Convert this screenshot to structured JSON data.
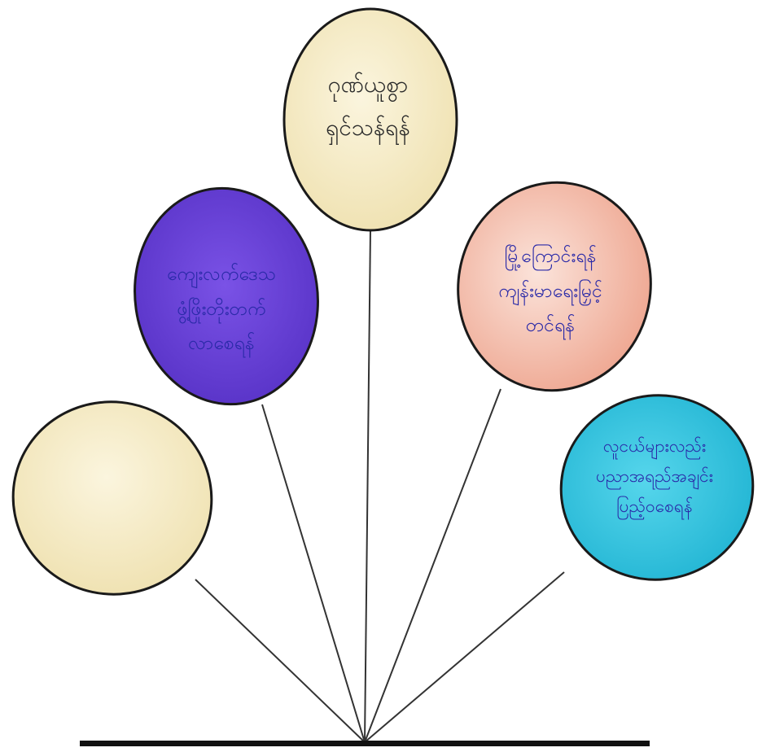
{
  "colors": {
    "string": "#333333",
    "ground": "#111111",
    "outline": "#1a1a1a",
    "cream": "#f6ecc6",
    "purple": "#6a3fd8",
    "peach": "#f2b3a0",
    "cyan": "#2fc6e0",
    "ink_blue": "#2a2aa8",
    "ink_dark": "#2a2a2a"
  },
  "balloons": [
    {
      "id": "top",
      "color": "cream",
      "ink": "ink_dark",
      "lines": [
        "ဂုဏ်ယူစွာ",
        "ရှင်သန်ရန်"
      ]
    },
    {
      "id": "left-purple",
      "color": "purple",
      "ink": "ink_blue",
      "lines": [
        "ကျေးလက်ဒေသ",
        "ဖွံ့ဖြိုးတိုးတက်",
        "လာစေရန်"
      ]
    },
    {
      "id": "right-peach",
      "color": "peach",
      "ink": "ink_blue",
      "lines": [
        "မြို့ကြောင်းရန်",
        "ကျန်းမာရေးမြှင့်",
        "တင်ရန်"
      ]
    },
    {
      "id": "right-cyan",
      "color": "cyan",
      "ink": "ink_blue",
      "lines": [
        "လူငယ်များလည်း",
        "ပညာအရည်အချင်း",
        "ပြည့်ဝစေရန်"
      ]
    },
    {
      "id": "left-cream",
      "color": "cream",
      "ink": "ink_dark",
      "lines": []
    }
  ]
}
